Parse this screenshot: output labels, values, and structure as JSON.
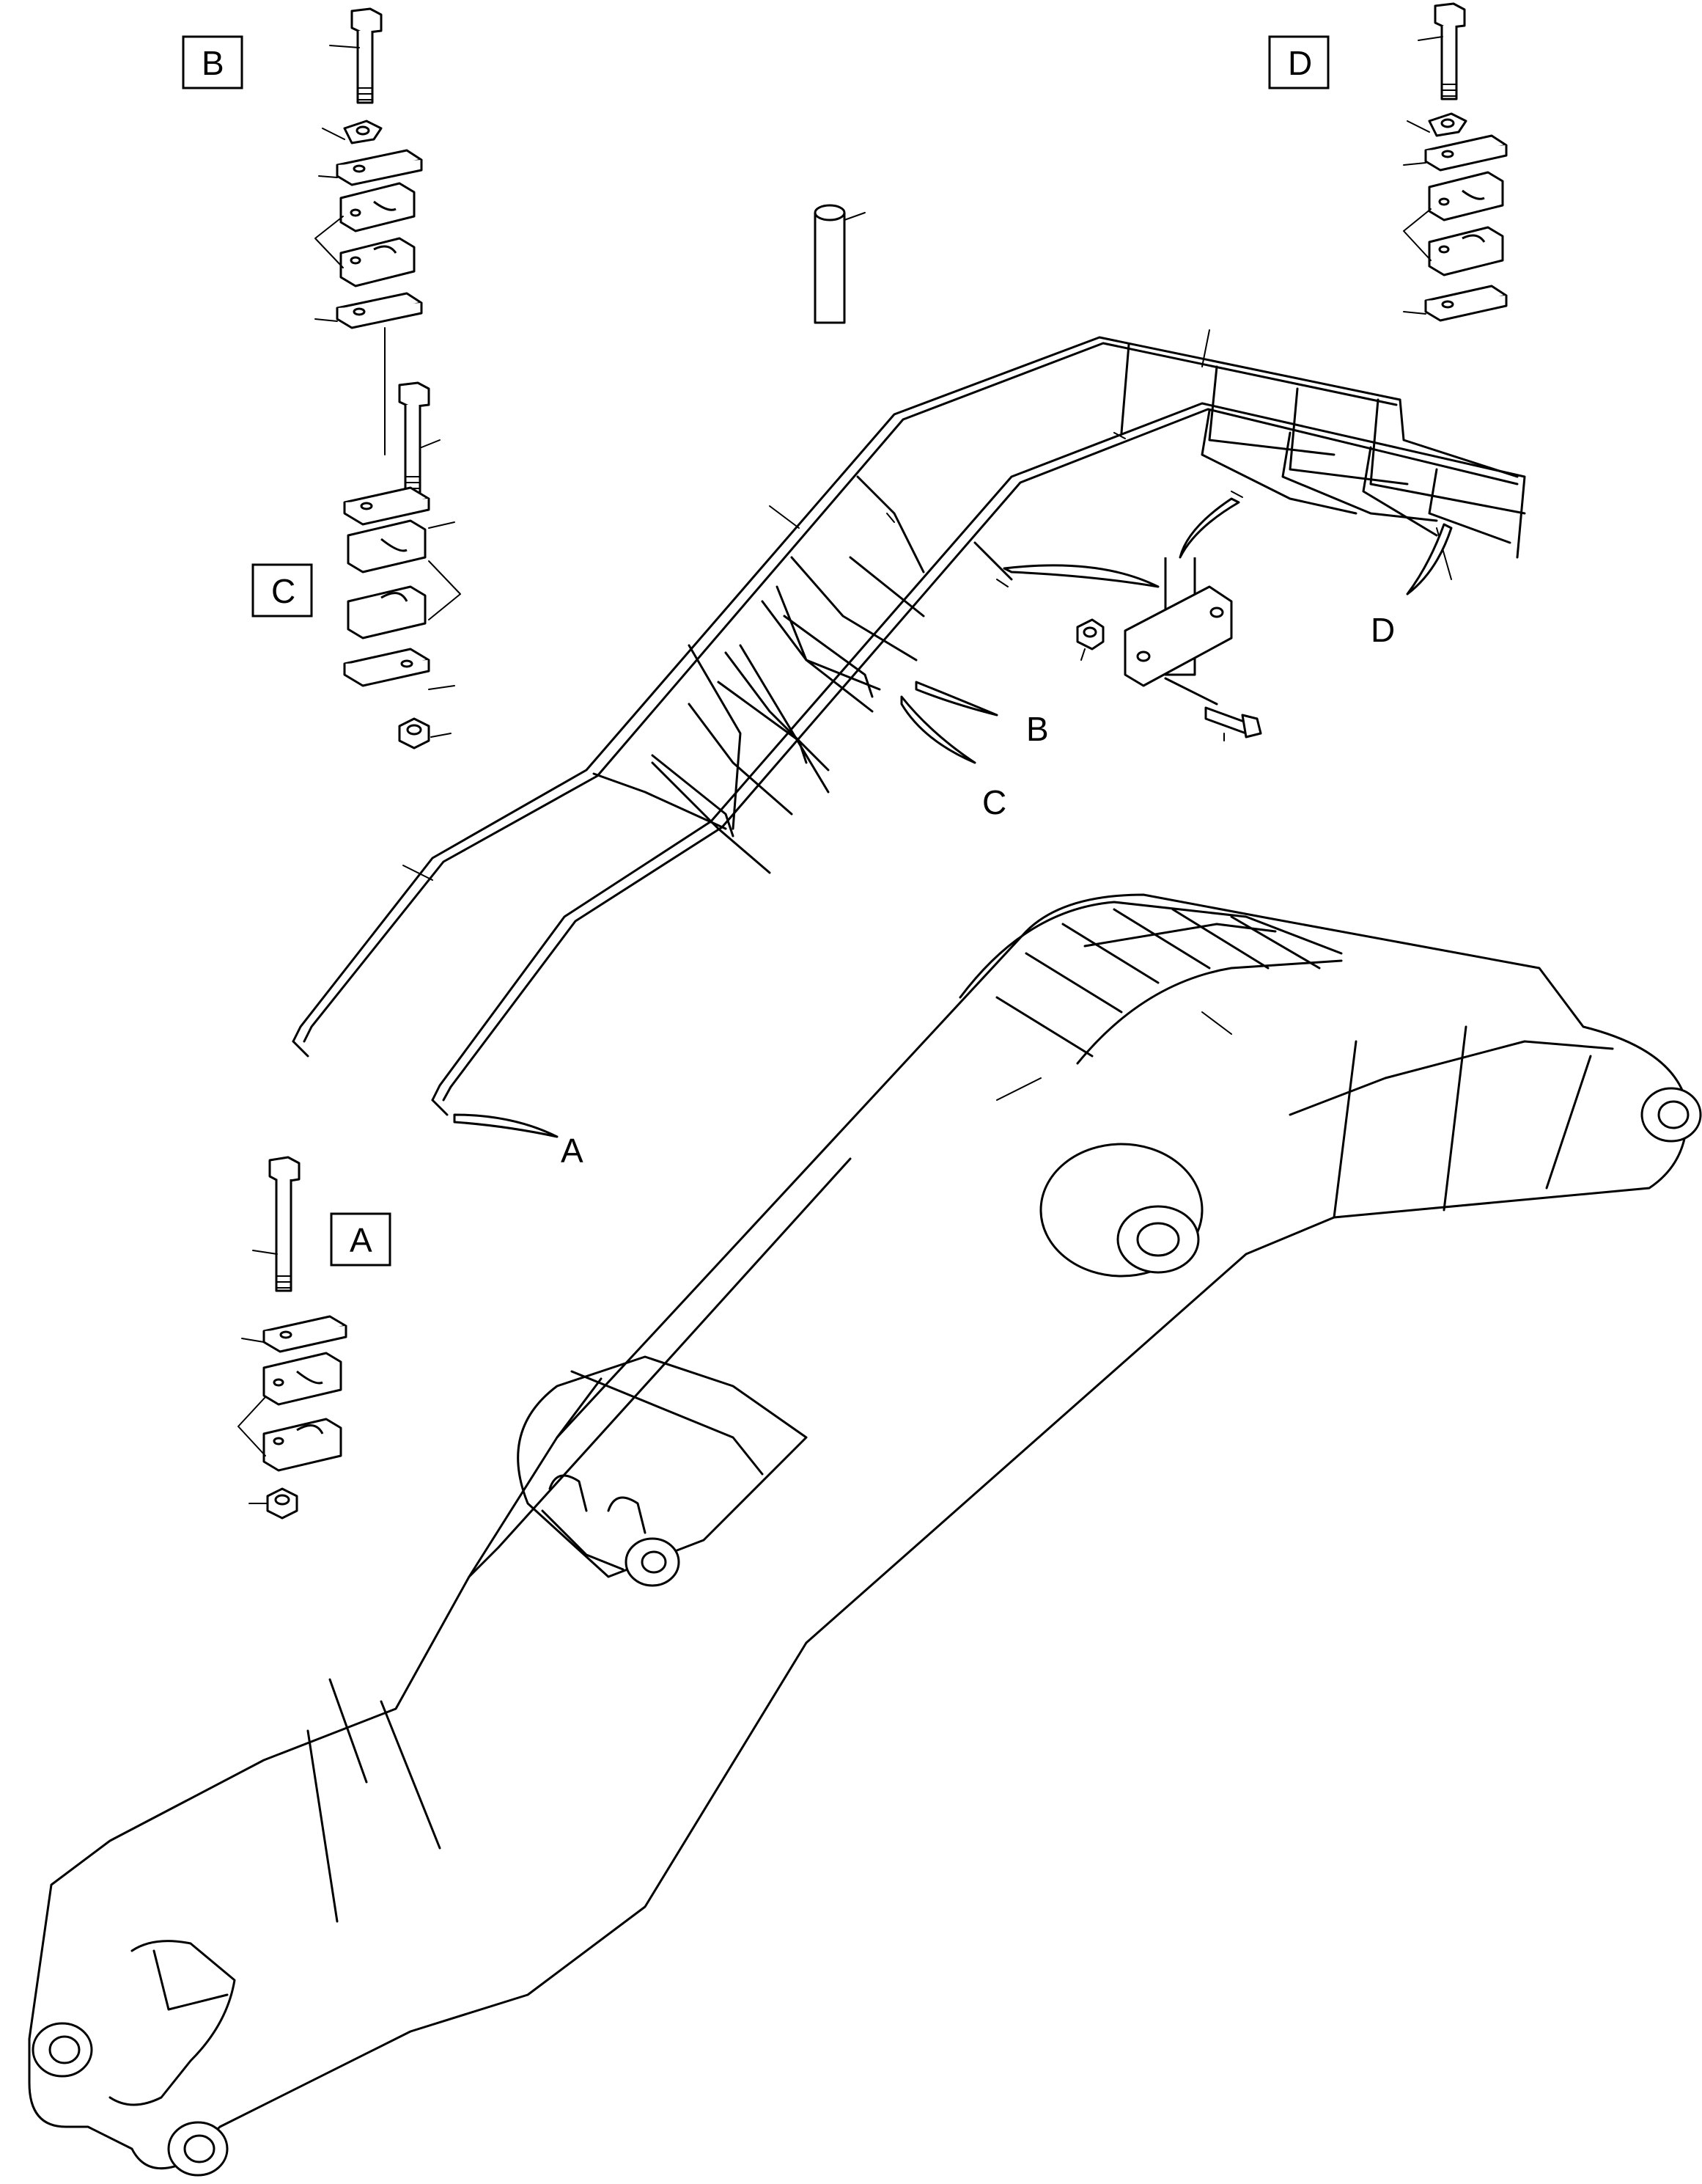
{
  "detail_boxes": [
    {
      "id": "B",
      "label": "B"
    },
    {
      "id": "C",
      "label": "C"
    },
    {
      "id": "A",
      "label": "A"
    },
    {
      "id": "D",
      "label": "D"
    }
  ],
  "arrow_labels": [
    {
      "id": "A",
      "label": "A"
    },
    {
      "id": "B",
      "label": "B"
    },
    {
      "id": "C",
      "label": "C"
    },
    {
      "id": "D",
      "label": "D"
    }
  ]
}
